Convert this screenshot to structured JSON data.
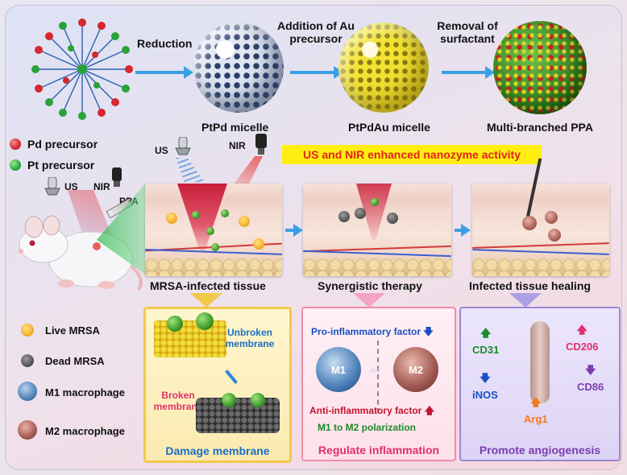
{
  "top_row": {
    "step1": "Reduction",
    "step2": "Addition of Au precursor",
    "step3": "Removal of surfactant",
    "micelle1": "PtPd micelle",
    "micelle2": "PtPdAu micelle",
    "micelle3": "Multi-branched PPA"
  },
  "legend_top": {
    "pd": "Pd precursor",
    "pt": "Pt precursor"
  },
  "left": {
    "us1": "US",
    "nir1": "NIR",
    "us2": "US",
    "nir2": "NIR",
    "ppa": "PPA"
  },
  "banner": "US and NIR enhanced nanozyme activity",
  "tissues": {
    "t1": "MRSA-infected tissue",
    "t2": "Synergistic therapy",
    "t3": "Infected tissue healing"
  },
  "legend_bottom": {
    "live": "Live MRSA",
    "dead": "Dead MRSA",
    "m1": "M1 macrophage",
    "m2": "M2 macrophage"
  },
  "panel1": {
    "unbroken": "Unbroken membrane",
    "broken": "Broken membrane",
    "title": "Damage membrane"
  },
  "panel2": {
    "pro": "Pro-inflammatory  factor",
    "anti": "Anti-inflammatory  factor",
    "m1": "M1",
    "m2": "M2",
    "polar": "M1 to M2 polarization",
    "title": "Regulate inflammation"
  },
  "panel3": {
    "cd31": "CD31",
    "cd206": "CD206",
    "inos": "iNOS",
    "cd86": "CD86",
    "arg1": "Arg1",
    "title": "Promote angiogenesis"
  },
  "colors": {
    "blue_arrow": "#3aa0e6",
    "panel1": "#f2c84b",
    "panel2": "#f08bb0",
    "panel3": "#9a87d6",
    "title1": "#1b6fc4",
    "title2": "#e0306e",
    "title3": "#7a3db0"
  }
}
